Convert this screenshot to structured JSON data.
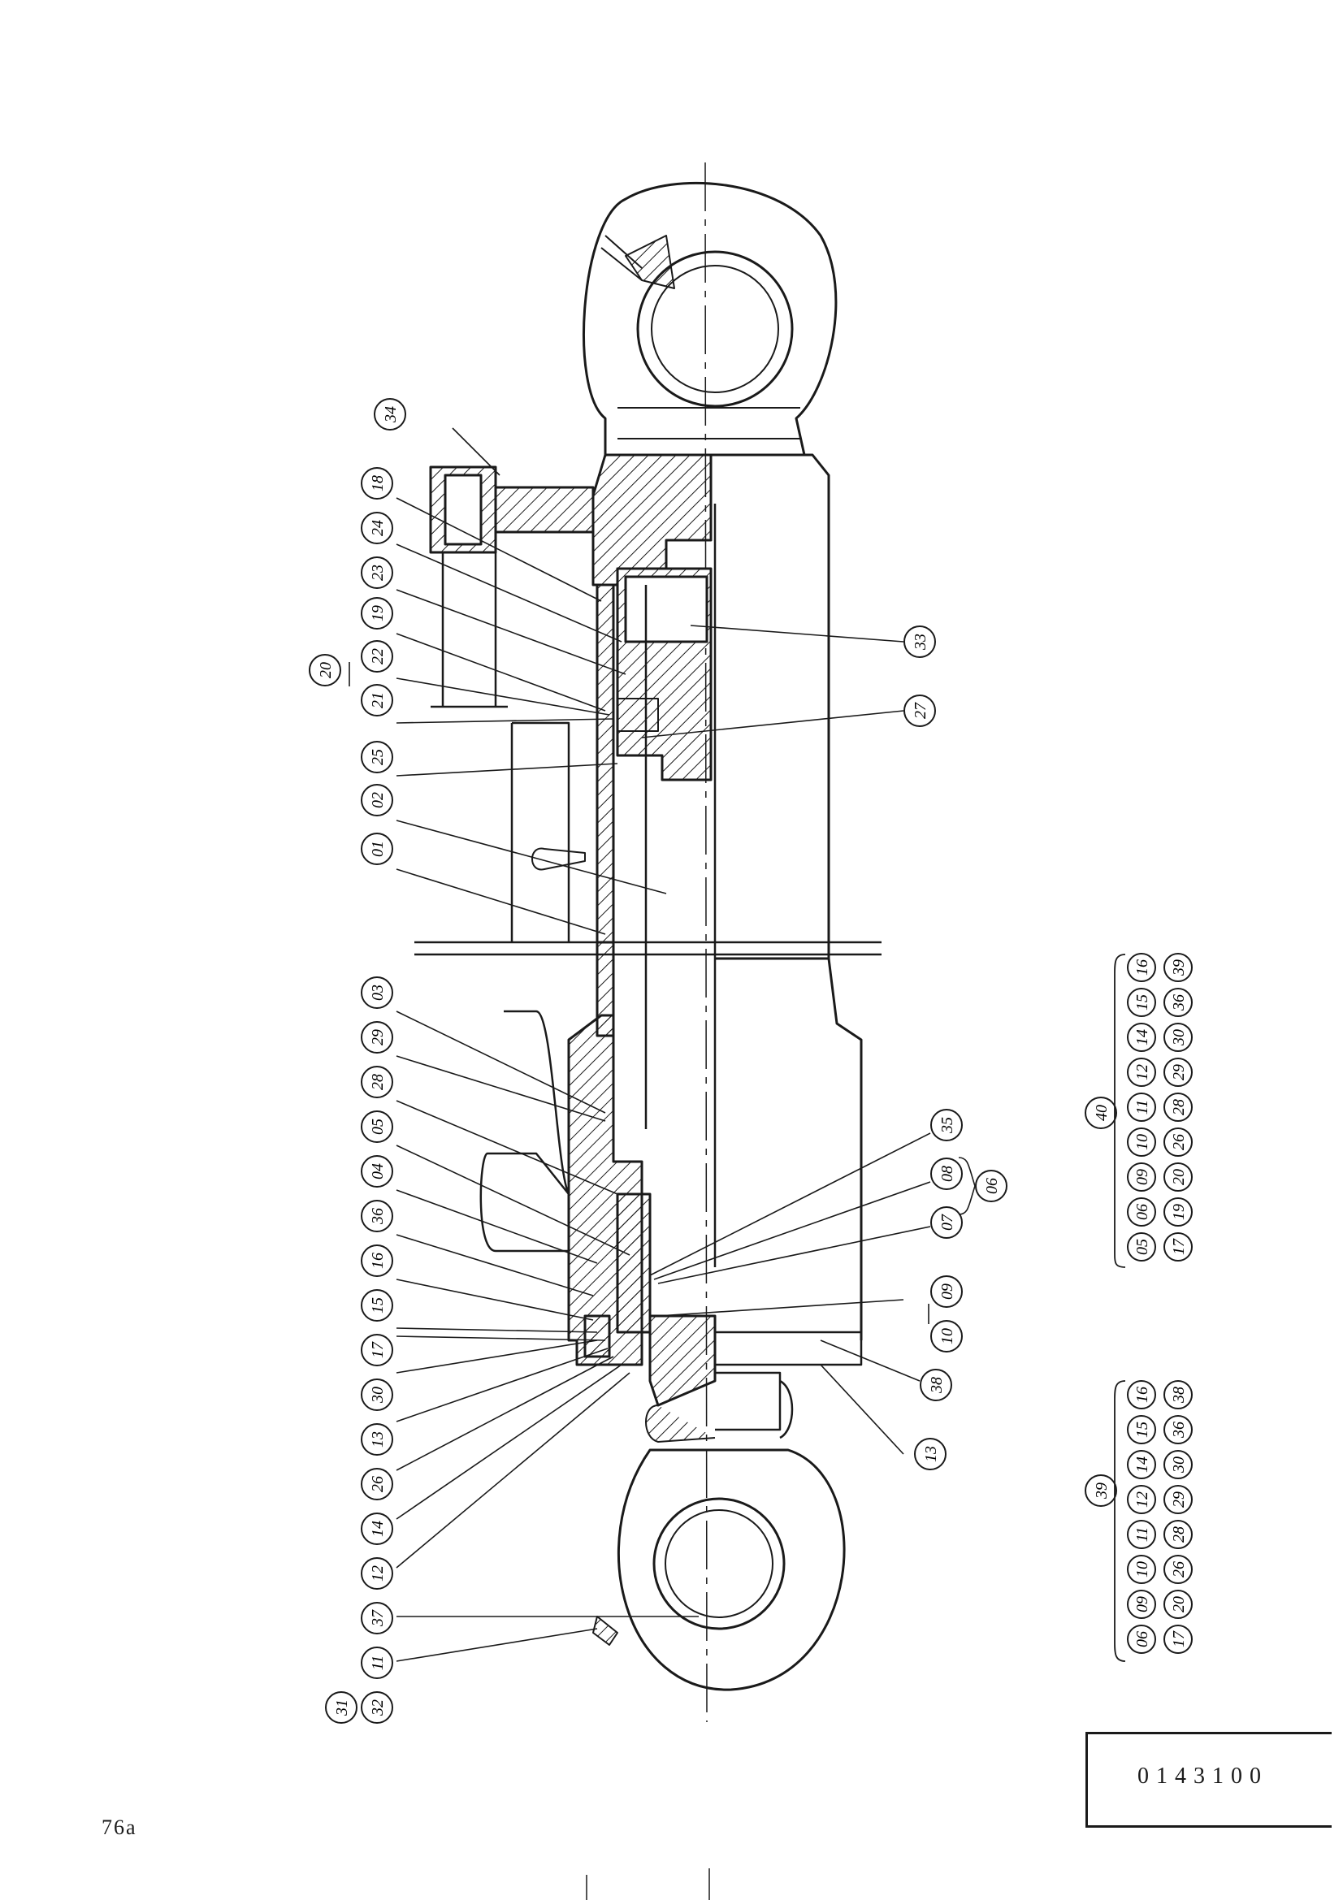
{
  "drawing": {
    "page_number": "76a",
    "part_code": "0143100",
    "callouts": [
      {
        "id": "c34",
        "label": "34"
      },
      {
        "id": "c18",
        "label": "18"
      },
      {
        "id": "c24",
        "label": "24"
      },
      {
        "id": "c23",
        "label": "23"
      },
      {
        "id": "c19",
        "label": "19"
      },
      {
        "id": "c22",
        "label": "22"
      },
      {
        "id": "c21",
        "label": "21"
      },
      {
        "id": "c20",
        "label": "20"
      },
      {
        "id": "c25",
        "label": "25"
      },
      {
        "id": "c02",
        "label": "02"
      },
      {
        "id": "c01",
        "label": "01"
      },
      {
        "id": "c03",
        "label": "03"
      },
      {
        "id": "c29",
        "label": "29"
      },
      {
        "id": "c28",
        "label": "28"
      },
      {
        "id": "c05",
        "label": "05"
      },
      {
        "id": "c04",
        "label": "04"
      },
      {
        "id": "c36",
        "label": "36"
      },
      {
        "id": "c16",
        "label": "16"
      },
      {
        "id": "c15",
        "label": "15"
      },
      {
        "id": "c17",
        "label": "17"
      },
      {
        "id": "c30",
        "label": "30"
      },
      {
        "id": "c13a",
        "label": "13"
      },
      {
        "id": "c26",
        "label": "26"
      },
      {
        "id": "c14",
        "label": "14"
      },
      {
        "id": "c12",
        "label": "12"
      },
      {
        "id": "c37",
        "label": "37"
      },
      {
        "id": "c11",
        "label": "11"
      },
      {
        "id": "c32",
        "label": "32"
      },
      {
        "id": "c31",
        "label": "31"
      },
      {
        "id": "c33",
        "label": "33"
      },
      {
        "id": "c27",
        "label": "27"
      },
      {
        "id": "c35",
        "label": "35"
      },
      {
        "id": "c08",
        "label": "08"
      },
      {
        "id": "c07",
        "label": "07"
      },
      {
        "id": "c06",
        "label": "06"
      },
      {
        "id": "c09",
        "label": "09"
      },
      {
        "id": "c10",
        "label": "10"
      },
      {
        "id": "c38",
        "label": "38"
      },
      {
        "id": "c13b",
        "label": "13"
      }
    ],
    "kits": [
      {
        "label": "40",
        "row1": [
          "05",
          "06",
          "09",
          "10",
          "11",
          "12",
          "14",
          "15",
          "16"
        ],
        "row2": [
          "17",
          "19",
          "20",
          "26",
          "28",
          "29",
          "30",
          "36",
          "39"
        ]
      },
      {
        "label": "39",
        "row1": [
          "06",
          "09",
          "10",
          "11",
          "12",
          "14",
          "15",
          "16"
        ],
        "row2": [
          "17",
          "20",
          "26",
          "28",
          "29",
          "30",
          "36",
          "38"
        ]
      }
    ]
  }
}
